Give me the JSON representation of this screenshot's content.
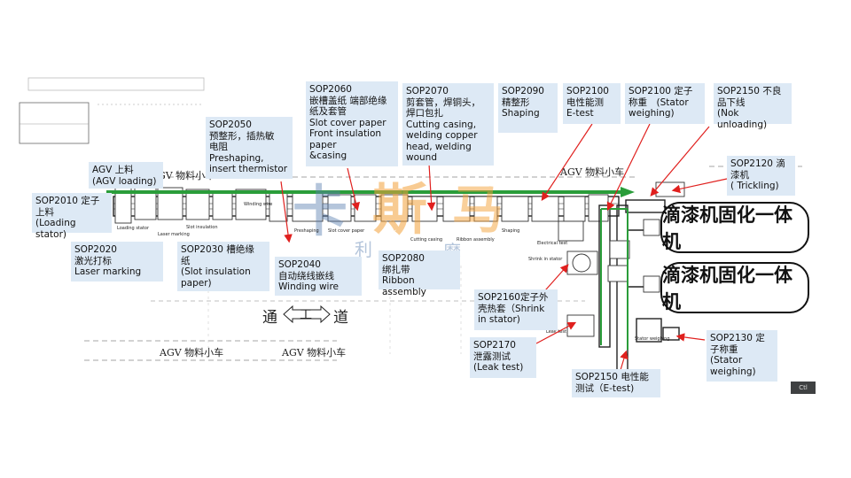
{
  "colors": {
    "label_bg": "#dde9f5",
    "arrow_red": "#e0201e",
    "line_green": "#2a9d3a",
    "track_dark": "#222222",
    "watermark_orange": "#f4a23a",
    "watermark_blue": "#5b7fb0"
  },
  "labels": {
    "agv_loading": "AGV 上料\n(AGV loading)",
    "sop2010": "SOP2010 定子\n上料\n(Loading stator)",
    "sop2020": "SOP2020\n激光打标\nLaser marking",
    "sop2030": "SOP2030 槽绝缘\n纸\n(Slot insulation\npaper)",
    "sop2040": "SOP2040\n自动绕线嵌线\nWinding wire",
    "sop2050": "SOP2050\n预整形，插热敏\n电阻\nPreshaping,\ninsert thermistor",
    "sop2060": "SOP2060\n嵌槽盖纸 端部绝缘\n纸及套管\nSlot cover paper\nFront insulation\npaper\n&casing",
    "sop2070": "SOP2070\n剪套管，焊铜头，\n焊口包扎\nCutting casing,\nwelding copper\nhead, welding\nwound",
    "sop2080": "SOP2080\n绑扎带\nRibbon assembly",
    "sop2090": "SOP2090\n精整形\nShaping",
    "sop2100_etest": "SOP2100\n电性能测\nE-test",
    "sop2100_weigh": "SOP2100 定子\n称重　(Stator\nweighing)",
    "sop2150_nok": "SOP2150 不良\n品下线\n(Nok  unloading)",
    "sop2120": "SOP2120 滴\n漆机\n( Trickling)",
    "sop2160": "SOP2160定子外\n壳热套（Shrink\nin stator)",
    "sop2170": "SOP2170\n泄露测试\n(Leak test)",
    "sop2150_etest": "SOP2150 电性能\n测试（E-test)",
    "sop2130": "SOP2130 定\n子称重\n(Stator\nweighing)"
  },
  "floor": {
    "agv_car": "AGV 物料小车",
    "aisle_left": "通",
    "aisle_mid": "工",
    "aisle_right": "道"
  },
  "machines": {
    "trickle_1": "滴漆机固化一体机",
    "trickle_2": "滴漆机固化一体机"
  },
  "watermark": {
    "chars": [
      "卡",
      "斯",
      "马"
    ],
    "sub": [
      "利",
      "摩"
    ]
  },
  "station_tags": [
    "Loading stator",
    "Laser marking",
    "Slot insulation",
    "Winding wire",
    "Preshaping",
    "Slot cover paper",
    "Cutting casing",
    "Ribbon assembly",
    "Shaping",
    "Electrical test",
    "Shrink in stator",
    "Leak test",
    "Stator weighing"
  ],
  "controls": {
    "corner_button": "Ctl"
  }
}
